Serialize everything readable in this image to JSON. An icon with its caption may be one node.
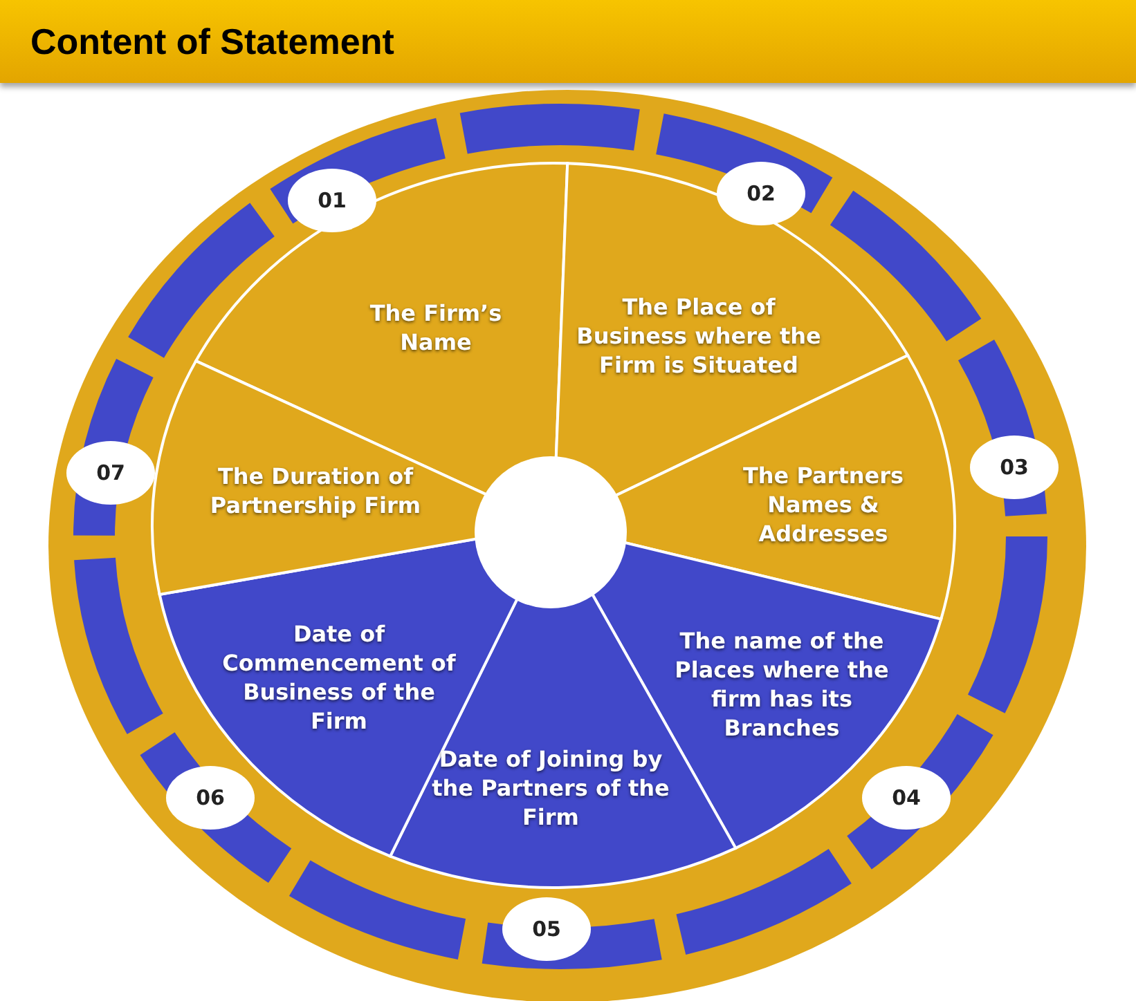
{
  "diagram": {
    "title": "Content of Statement",
    "nodes": [
      {
        "text": [
          "01"
        ]
      },
      {
        "text": [
          "The Firm’s Name"
        ]
      },
      {
        "text": [
          "02"
        ]
      },
      {
        "text": [
          "The Place of Business where the Firm is Situated"
        ]
      },
      {
        "text": [
          "03"
        ]
      },
      {
        "text": [
          "The Partners Names & Addresses"
        ]
      },
      {
        "text": [
          "04"
        ]
      },
      {
        "text": [
          "The name of the Places where the firm has its Branches"
        ]
      },
      {
        "text": [
          "05"
        ]
      },
      {
        "text": [
          "Date of Joining by the Partners of the Firm"
        ]
      },
      {
        "text": [
          "06"
        ]
      },
      {
        "text": [
          "Date of Commencement of Business of the Firm"
        ]
      },
      {
        "text": [
          "07"
        ]
      },
      {
        "text": [
          "The Duration of Partnership Firm"
        ]
      }
    ],
    "edges": []
  }
}
